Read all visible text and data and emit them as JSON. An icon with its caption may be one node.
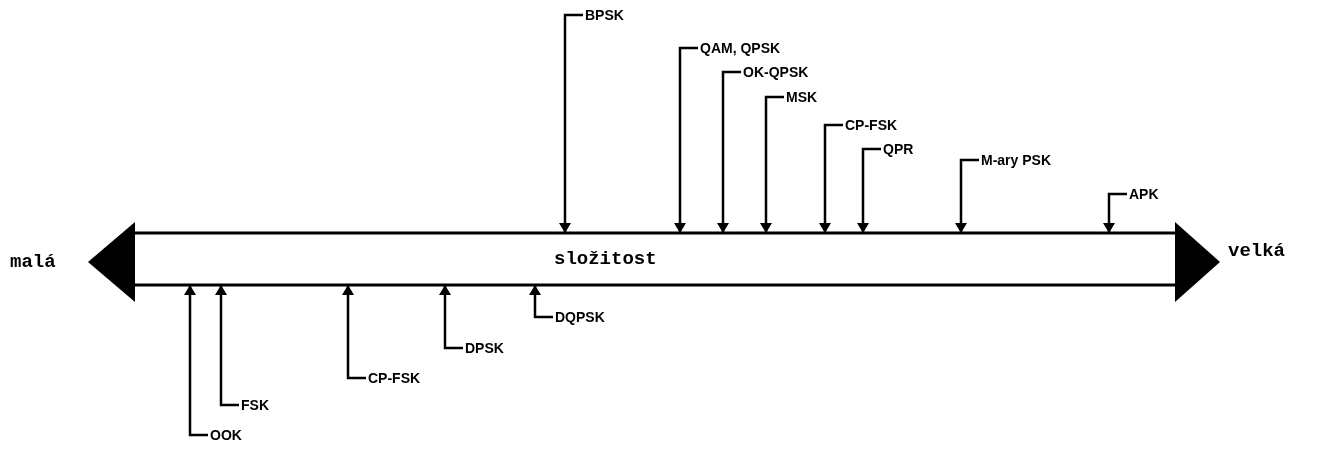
{
  "diagram": {
    "nodes": [
      {
        "text": [
          "BPSK"
        ]
      },
      {
        "text": [
          "QAM, QPSK"
        ]
      },
      {
        "text": [
          "OK-QPSK"
        ]
      },
      {
        "text": [
          "MSK"
        ]
      },
      {
        "text": [
          "CP-FSK"
        ]
      },
      {
        "text": [
          "QPR"
        ]
      },
      {
        "text": [
          "M-ary PSK"
        ]
      },
      {
        "text": [
          "APK"
        ]
      },
      {
        "text": [
          "složitost"
        ],
        "beside": [
          "malá",
          "velká"
        ]
      },
      {
        "text": [
          "OOK"
        ]
      },
      {
        "text": [
          "FSK"
        ]
      },
      {
        "text": [
          "CP-FSK"
        ]
      },
      {
        "text": [
          "DPSK"
        ]
      },
      {
        "text": [
          "DQPSK"
        ]
      }
    ],
    "edges": [
      {
        "from": 0,
        "to": 8,
        "arrow": "to"
      },
      {
        "from": 1,
        "to": 8,
        "arrow": "to"
      },
      {
        "from": 2,
        "to": 8,
        "arrow": "to"
      },
      {
        "from": 3,
        "to": 8,
        "arrow": "to"
      },
      {
        "from": 4,
        "to": 8,
        "arrow": "to"
      },
      {
        "from": 5,
        "to": 8,
        "arrow": "to"
      },
      {
        "from": 6,
        "to": 8,
        "arrow": "to"
      },
      {
        "from": 7,
        "to": 8,
        "arrow": "to"
      },
      {
        "from": 9,
        "to": 8,
        "arrow": "to"
      },
      {
        "from": 10,
        "to": 8,
        "arrow": "to"
      },
      {
        "from": 11,
        "to": 8,
        "arrow": "to"
      },
      {
        "from": 12,
        "to": 8,
        "arrow": "to"
      },
      {
        "from": 13,
        "to": 8,
        "arrow": "to"
      }
    ]
  }
}
